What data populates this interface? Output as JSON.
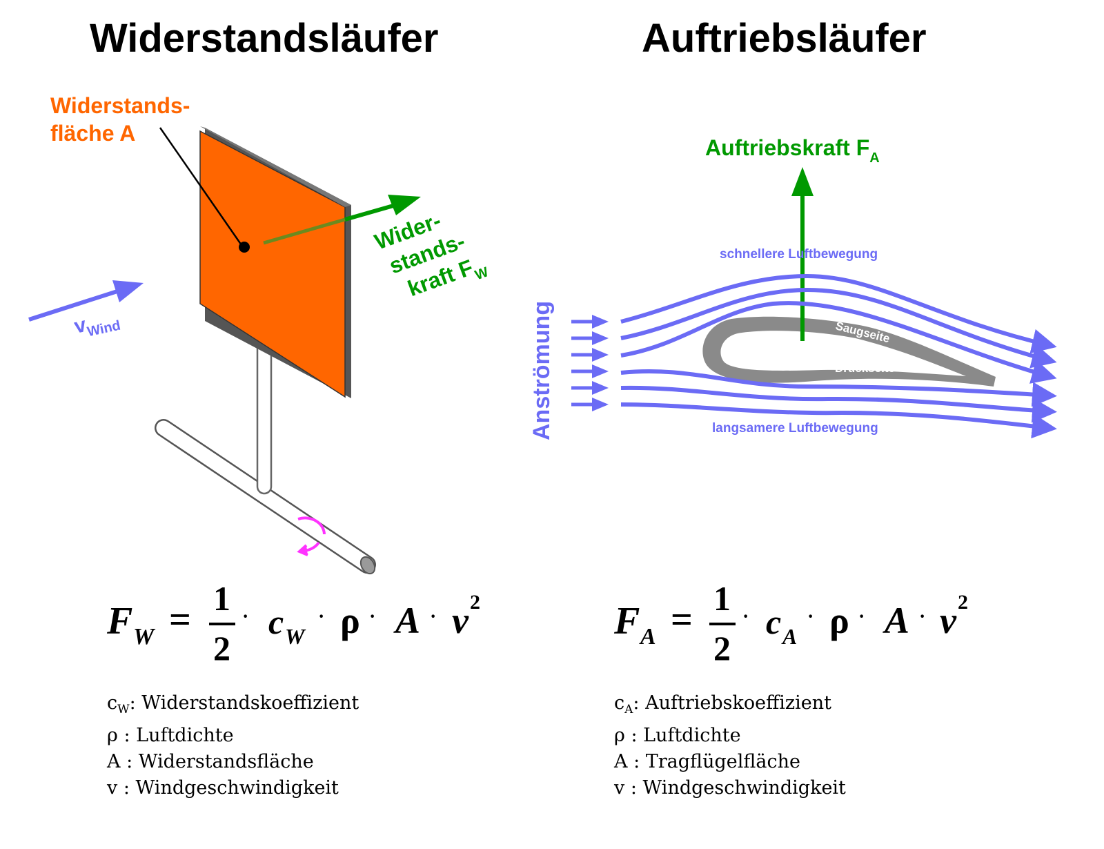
{
  "left": {
    "title": "Widerstandsläufer",
    "surface_label_line1": "Widerstands-",
    "surface_label_line2": "fläche A",
    "force_line1": "Wider-",
    "force_line2": "stands-",
    "force_line3": "kraft F",
    "force_sub": "W",
    "wind_label": "v",
    "wind_sub": "Wind",
    "formula": {
      "lhs": "F",
      "lhs_sub": "W",
      "eq": "=",
      "num": "1",
      "den": "2",
      "coef": "c",
      "coef_sub": "W",
      "rho": "ρ",
      "area": "A",
      "vel": "v",
      "exp": "2"
    },
    "legend": [
      {
        "sym": "c",
        "sub": "W",
        "text": ": Widerstandskoeffizient"
      },
      {
        "sym": "ρ",
        "text": " : Luftdichte"
      },
      {
        "sym": "A",
        "text": " : Widerstandsfläche"
      },
      {
        "sym": "v",
        "text": " : Windgeschwindigkeit"
      }
    ]
  },
  "right": {
    "title": "Auftriebsläufer",
    "lift_label": "Auftriebskraft F",
    "lift_sub": "A",
    "upper_flow": "schnellere Luftbewegung",
    "lower_flow": "langsamere Luftbewegung",
    "inflow": "Anströmung",
    "suction_side": "Saugseite",
    "pressure_side": "Druckseite",
    "formula": {
      "lhs": "F",
      "lhs_sub": "A",
      "eq": "=",
      "num": "1",
      "den": "2",
      "coef": "c",
      "coef_sub": "A",
      "rho": "ρ",
      "area": "A",
      "vel": "v",
      "exp": "2"
    },
    "legend": [
      {
        "sym": "c",
        "sub": "A",
        "text": ": Auftriebskoeffizient"
      },
      {
        "sym": "ρ",
        "text": " : Luftdichte"
      },
      {
        "sym": "A",
        "text": " : Tragflügelfläche"
      },
      {
        "sym": "v",
        "text": " : Windgeschwindigkeit"
      }
    ]
  },
  "colors": {
    "plate": "#ff6600",
    "force": "#009900",
    "flow": "#6b6bf5",
    "airfoil": "#8a8a8a",
    "rotation": "#ff33ff"
  }
}
